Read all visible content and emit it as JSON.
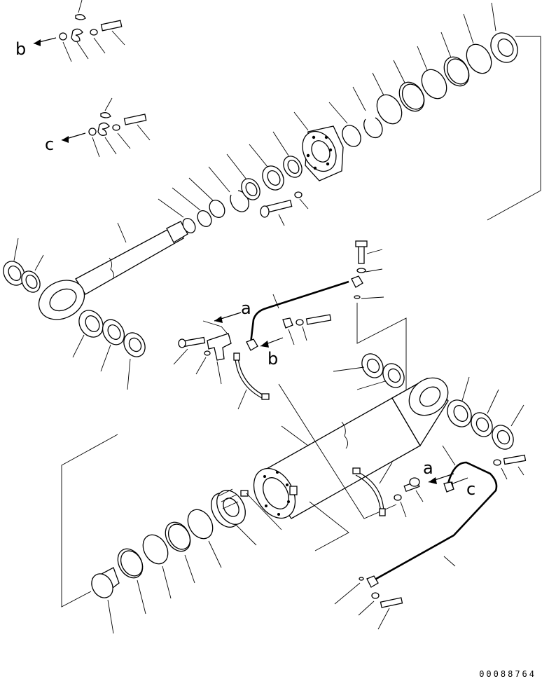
{
  "diagram": {
    "ref_labels": {
      "a_upper": "a",
      "b_upper": "b",
      "c_upper": "c",
      "b_mid": "b",
      "a_lower": "a",
      "c_lower": "c"
    },
    "document_number": "00088764",
    "colors": {
      "line": "#000000",
      "background": "#ffffff"
    }
  }
}
